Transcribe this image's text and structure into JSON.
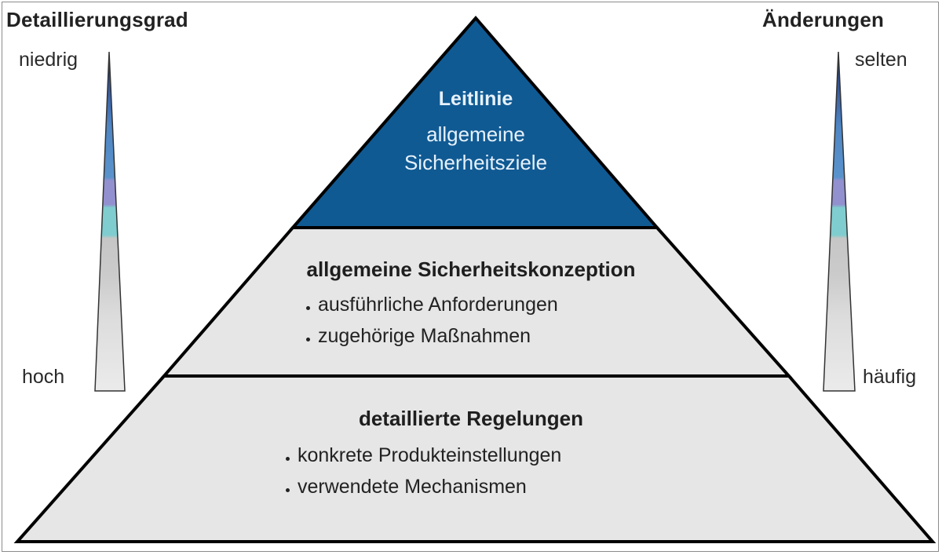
{
  "left_scale": {
    "title": "Detaillierungsgrad",
    "top_label": "niedrig",
    "bottom_label": "hoch"
  },
  "right_scale": {
    "title": "Änderungen",
    "top_label": "selten",
    "bottom_label": "häufig"
  },
  "scale_gradient_colors": [
    "#1f3a6b",
    "#4a78b8",
    "#5a8fc8",
    "#8e8ecc",
    "#7fcccc",
    "#c8c8c8",
    "#d8d8d8",
    "#e8e8e8"
  ],
  "pyramid": {
    "colors": {
      "top_fill": "#105a93",
      "layer_fill": "#e6e6e6",
      "outline": "#000000"
    },
    "levels": [
      {
        "heading": "Leitlinie",
        "lines": [
          "allgemeine",
          "Sicherheitsziele"
        ]
      },
      {
        "heading": "allgemeine Sicherheitskonzeption",
        "bullets": [
          "ausführliche Anforderungen",
          "zugehörige Maßnahmen"
        ]
      },
      {
        "heading": "detaillierte Regelungen",
        "bullets": [
          "konkrete Produkteinstellungen",
          "verwendete Mechanismen"
        ]
      }
    ]
  }
}
